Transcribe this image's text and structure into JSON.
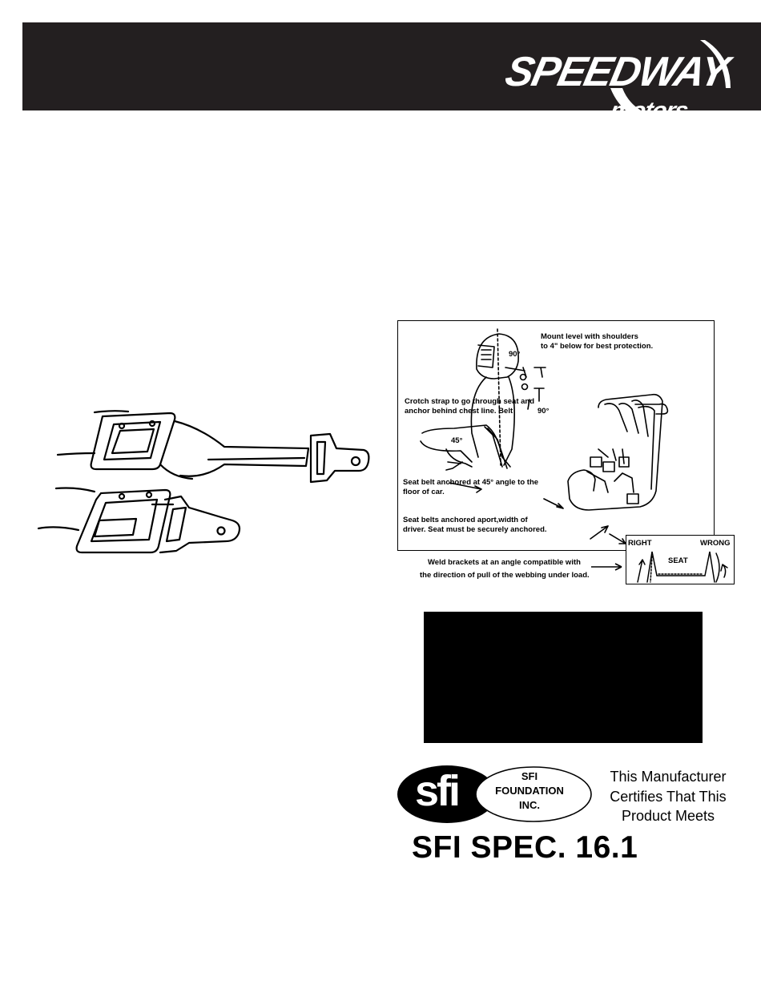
{
  "header": {
    "brand_name": "SPEEDWAY",
    "brand_sub": "motors",
    "registered_mark": "®"
  },
  "diagram": {
    "mount_level": "Mount level with shoulders",
    "mount_level_2": "to 4\" below for best protection.",
    "angle_90_top": "90°",
    "crotch_strap": "Crotch strap to go through seat and",
    "crotch_strap_2": "anchor behind chest line. Belt",
    "angle_90_belt": "90°",
    "angle_45": "45°",
    "seat_belt_45": "Seat belt anchored at 45° angle to the",
    "seat_belt_45_2": "floor of car.",
    "anchored_apart": "Seat belts anchored aport,width of",
    "anchored_apart_2": "driver. Seat must be securely anchored.",
    "weld_brackets": "Weld brackets at an angle compatible with",
    "weld_brackets_2": "the direction of pull of the webbing under load.",
    "right_label": "RIGHT",
    "wrong_label": "WRONG",
    "seat_label": "SEAT"
  },
  "sfi": {
    "logo_text": "sfi",
    "oval_line1": "SFI",
    "oval_line2": "FOUNDATION",
    "oval_line3": "INC.",
    "certify_line1": "This Manufacturer",
    "certify_line2": "Certifies That This",
    "certify_line3": "Product Meets",
    "spec": "SFI SPEC. 16.1"
  },
  "colors": {
    "banner": "#231f20",
    "text": "#000000",
    "background": "#ffffff"
  }
}
